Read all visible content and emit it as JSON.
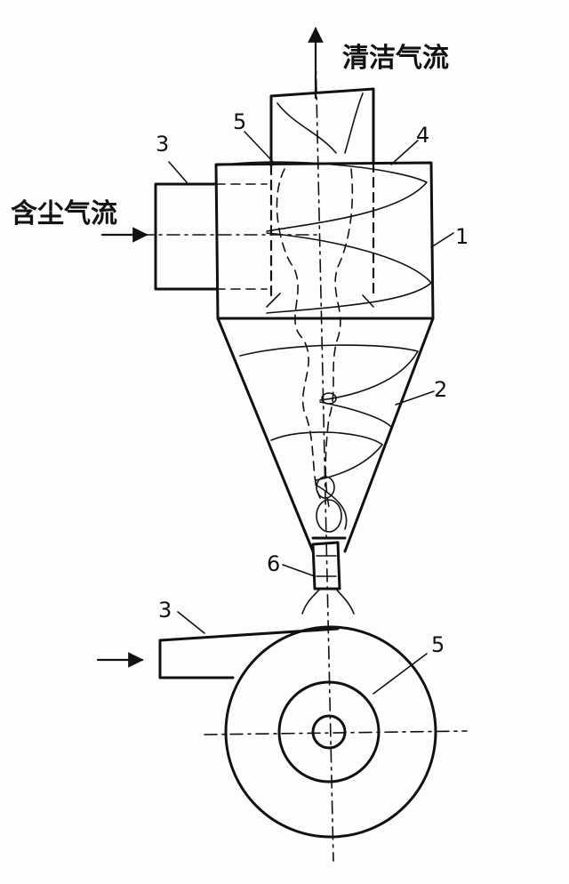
{
  "labels": {
    "clean_airflow": "清洁气流",
    "dusty_airflow": "含尘气流"
  },
  "part_numbers": {
    "cylinder": "1",
    "cone": "2",
    "inlet": "3",
    "top_cover": "4",
    "outlet_pipe": "5",
    "dust_outlet": "6",
    "inlet_plan": "3",
    "outlet_pipe_plan": "5"
  }
}
